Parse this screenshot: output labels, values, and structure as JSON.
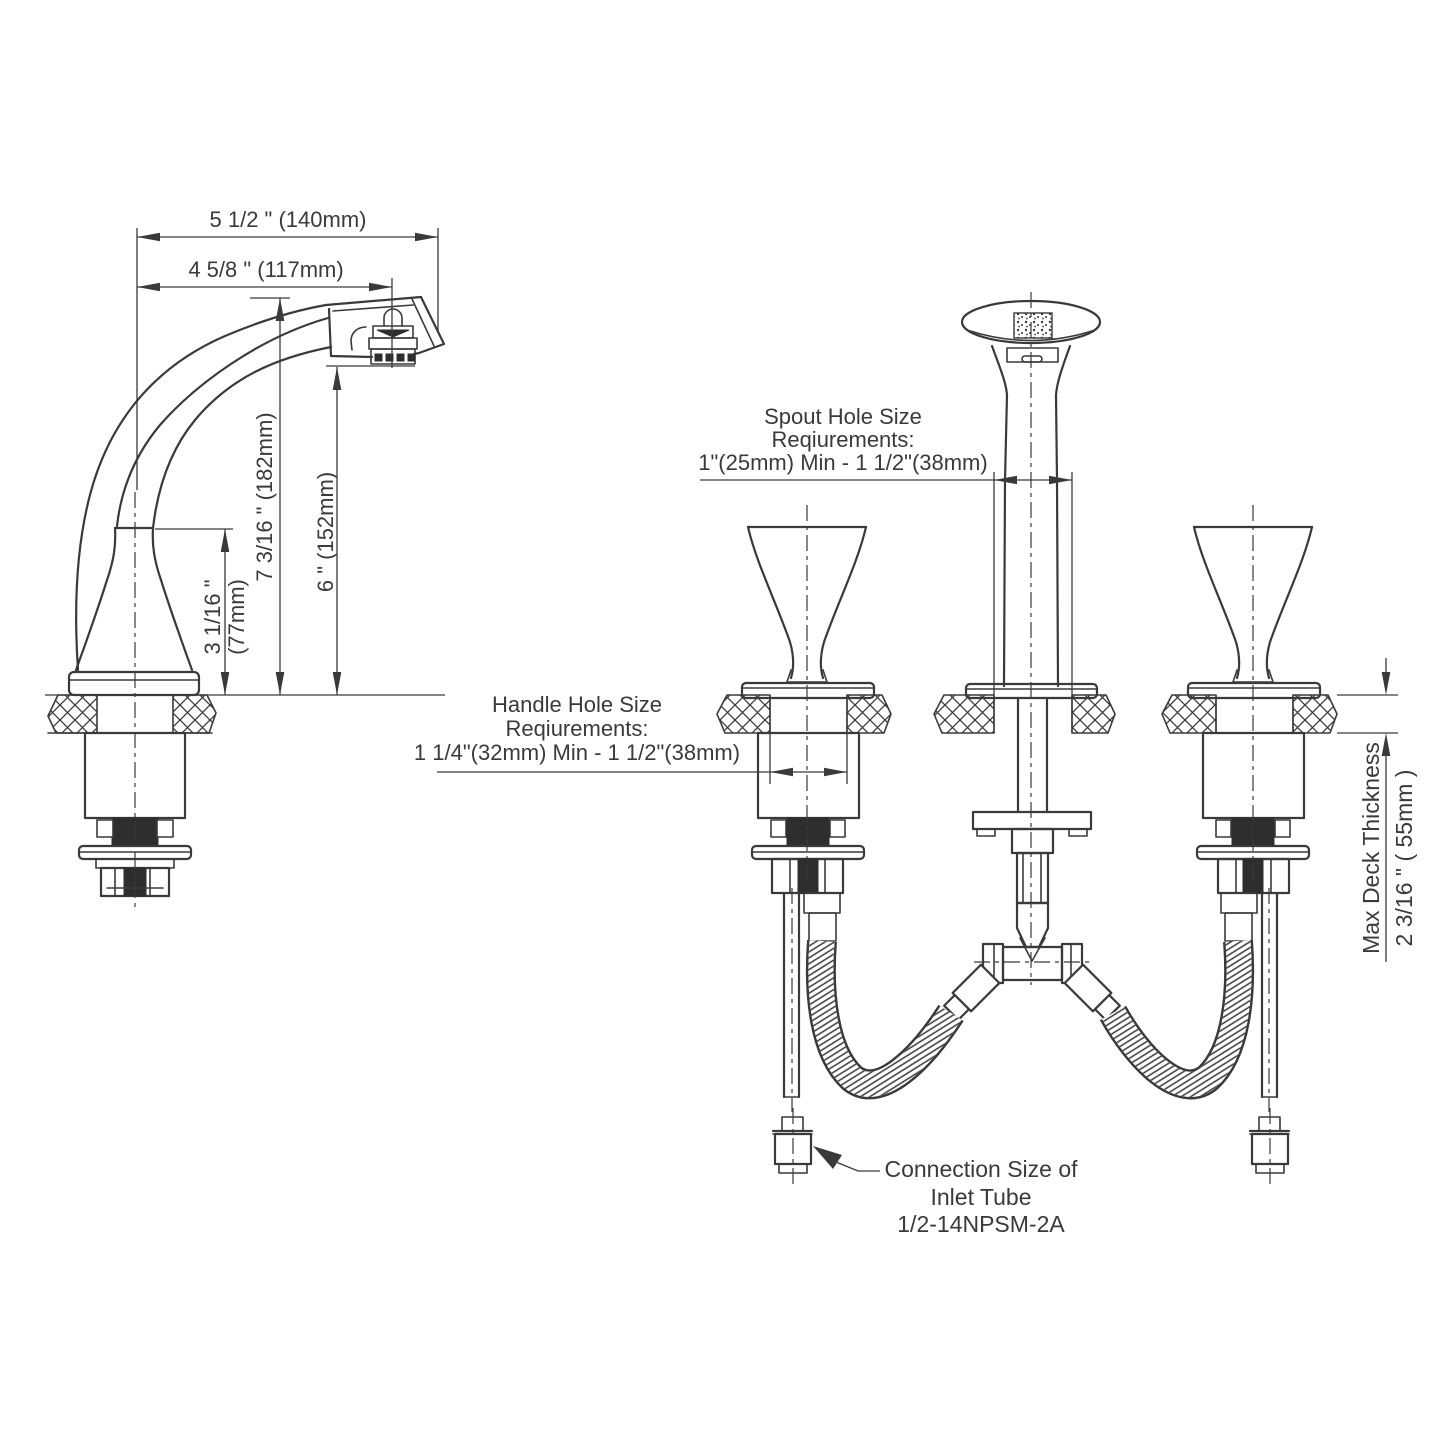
{
  "diagram": {
    "kind": "technical-dimension-drawing",
    "subject": "two-handle widespread faucet installation",
    "background_color": "#ffffff",
    "line_color": "#3a3a3a",
    "labels": {
      "overall_width": "5 1/2 \" (140mm)",
      "spout_reach": "4 5/8 \" (117mm)",
      "overall_height": "7 3/16 \" (182mm)",
      "spout_height": "6 \" (152mm)",
      "base_height_in": "3 1/16 \"",
      "base_height_mm": "(77mm)",
      "spout_hole_1": "Spout Hole Size",
      "spout_hole_2": "Reqiurements:",
      "spout_hole_3": "1\"(25mm) Min  -  1 1/2\"(38mm)",
      "handle_hole_1": "Handle Hole Size",
      "handle_hole_2": "Reqiurements:",
      "handle_hole_3": "1 1/4\"(32mm) Min  -  1 1/2\"(38mm)",
      "max_deck_1": "Max Deck Thickness",
      "max_deck_2": "2 3/16 \"  ( 55mm )",
      "connection_1": "Connection Size of",
      "connection_2": "Inlet Tube",
      "connection_3": "1/2-14NPSM-2A"
    }
  }
}
